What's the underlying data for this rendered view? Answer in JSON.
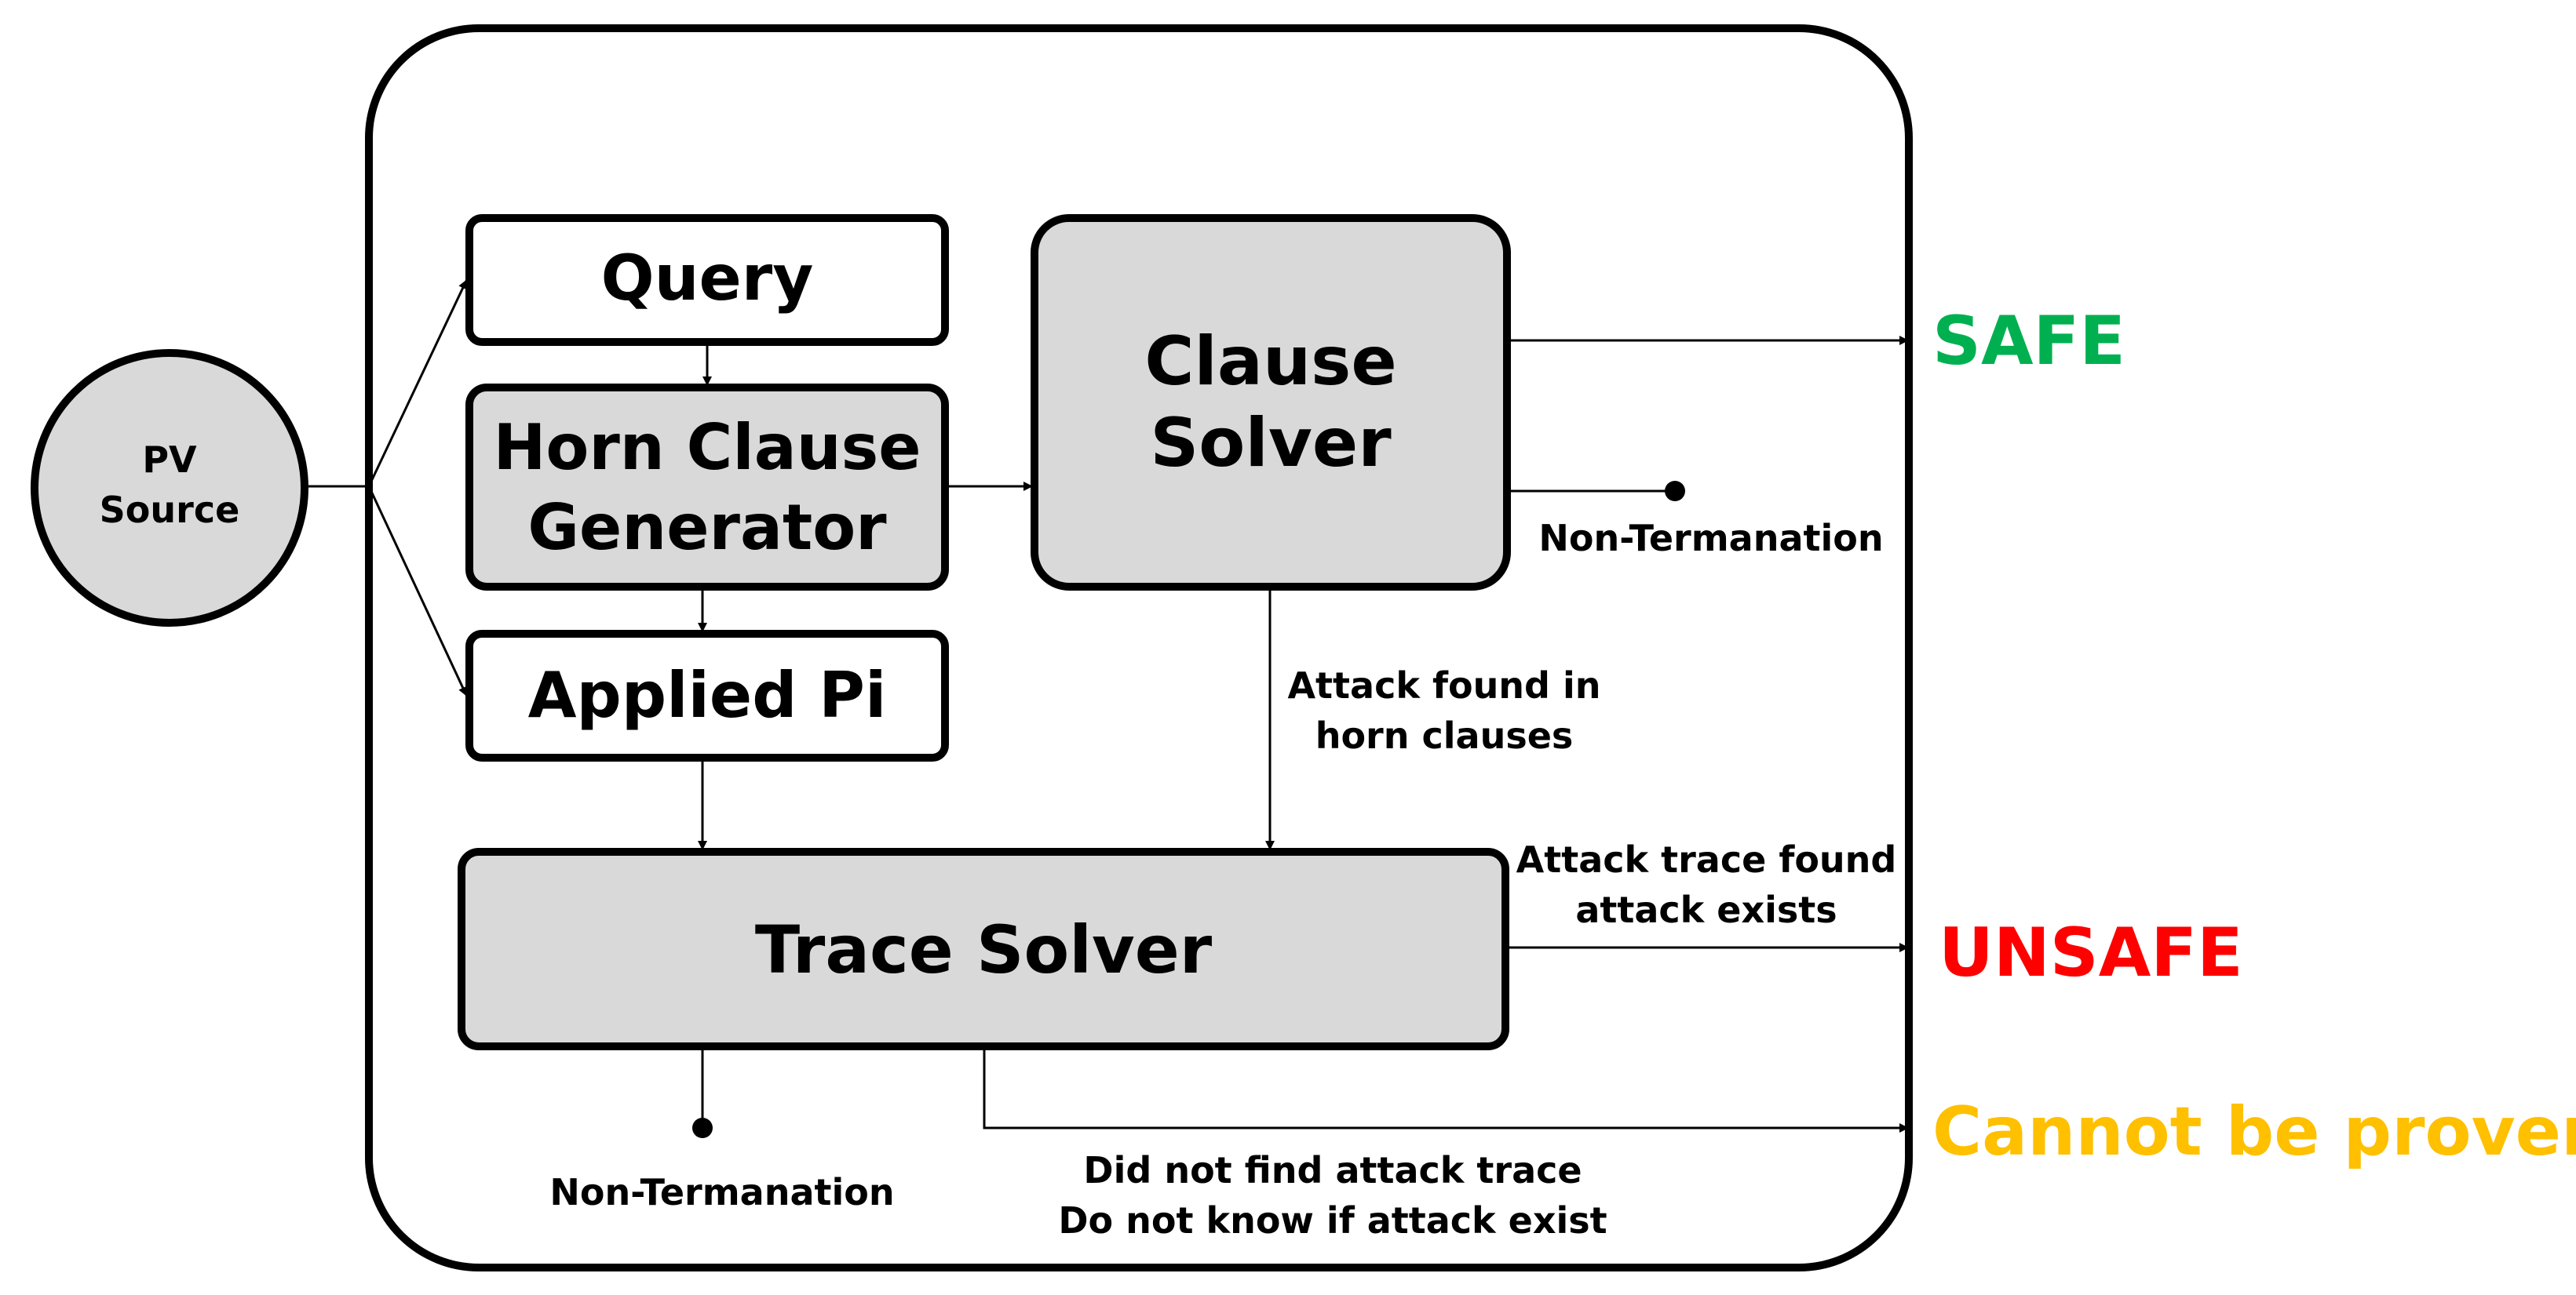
{
  "source": {
    "line1": "PV",
    "line2": "Source"
  },
  "nodes": {
    "query": "Query",
    "horn_line1": "Horn Clause",
    "horn_line2": "Generator",
    "applied_pi": "Applied Pi",
    "clause_line1": "Clause",
    "clause_line2": "Solver",
    "trace_solver": "Trace Solver"
  },
  "edge_labels": {
    "non_term_clause": "Non-Termanation",
    "attack_horn_line1": "Attack found in",
    "attack_horn_line2": "horn clauses",
    "attack_trace_line1": "Attack trace found",
    "attack_trace_line2": "attack exists",
    "non_term_trace": "Non-Termanation",
    "no_trace_line1": "Did not find attack trace",
    "no_trace_line2": "Do not know if attack exist"
  },
  "outcomes": {
    "safe": "SAFE",
    "unsafe": "UNSAFE",
    "unknown": "Cannot be proven"
  },
  "colors": {
    "safe": "#00B050",
    "unsafe": "#FF0000",
    "unknown": "#FFC000",
    "box_fill": "#D9D9D9",
    "stroke": "#000000"
  }
}
